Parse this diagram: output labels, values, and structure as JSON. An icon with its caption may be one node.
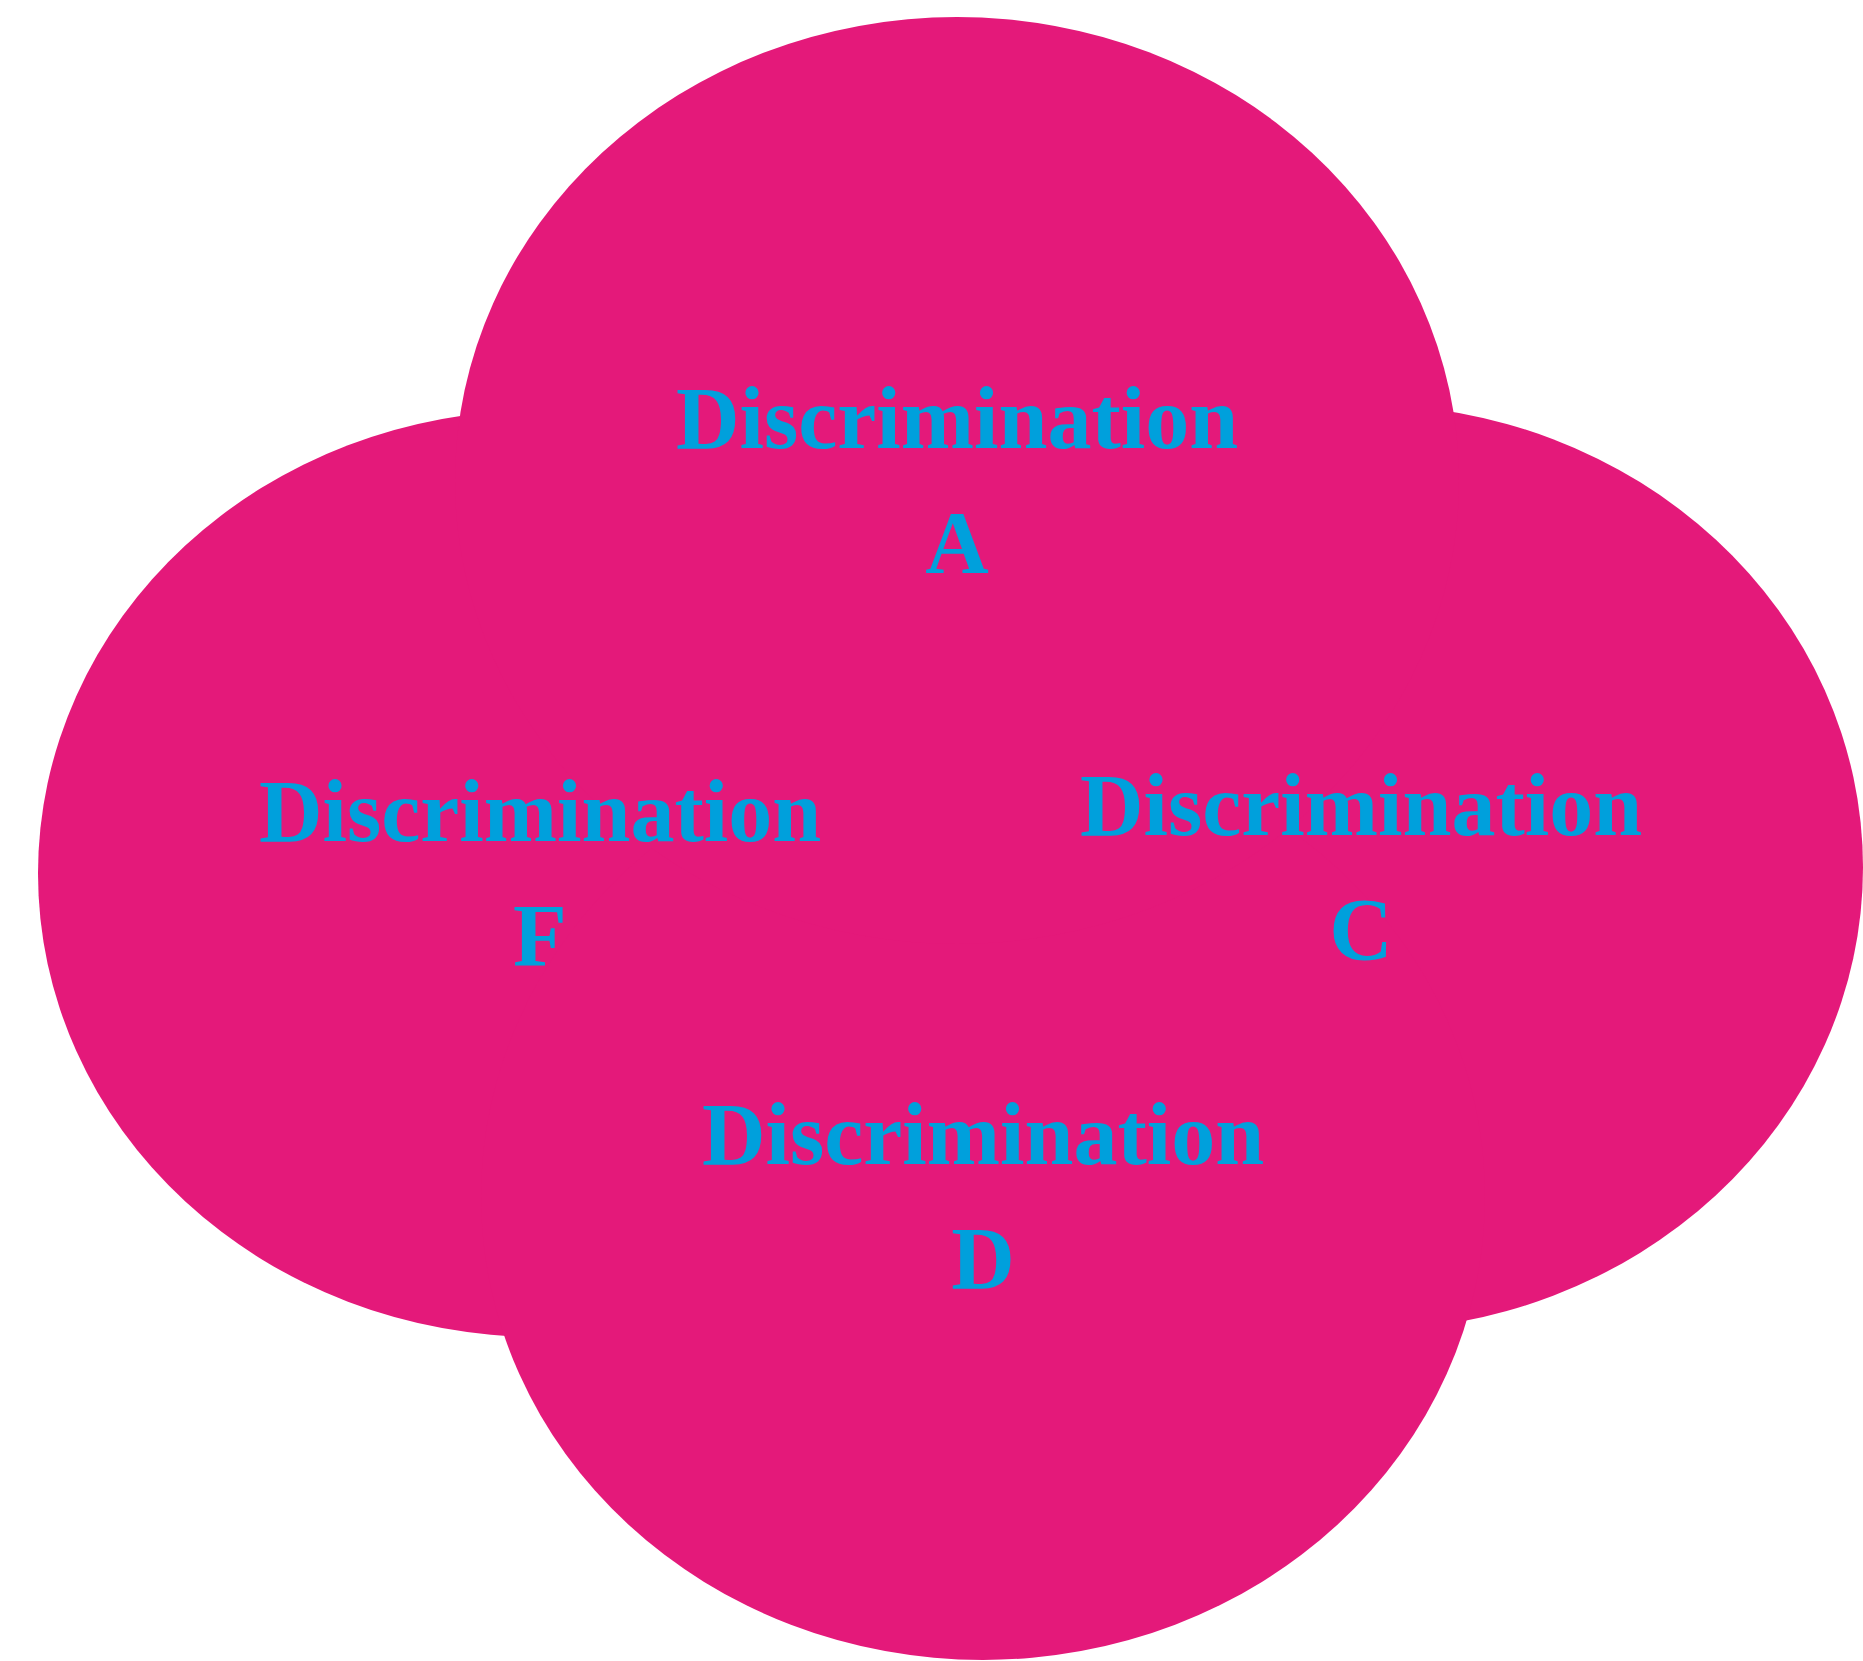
{
  "diagram": {
    "nodes": [
      {
        "text": [
          "Discrimination A"
        ]
      },
      {
        "text": [
          "Discrimination F"
        ]
      },
      {
        "text": [
          "Discrimination C"
        ]
      },
      {
        "text": [
          "Discrimination D"
        ]
      }
    ]
  }
}
